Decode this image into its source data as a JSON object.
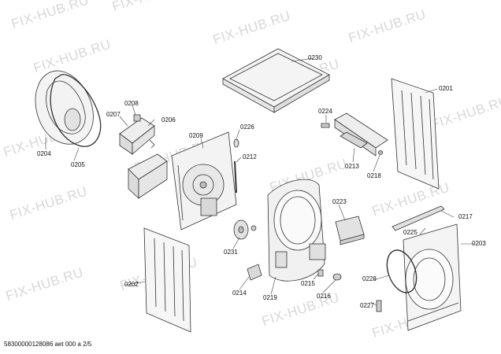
{
  "watermark": "FIX-HUB.RU",
  "footer_text": "58300000128086 aet 000 a 2/5",
  "parts": {
    "p0230": "0230",
    "p0201": "0201",
    "p0208": "0208",
    "p0207": "0207",
    "p0206": "0206",
    "p0204": "0204",
    "p0205": "0205",
    "p0224": "0224",
    "p0226": "0226",
    "p0209": "0209",
    "p0212": "0212",
    "p0213": "0213",
    "p0218": "0218",
    "p0223": "0223",
    "p0217": "0217",
    "p0225": "0225",
    "p0203": "0203",
    "p0202": "0202",
    "p0231": "0231",
    "p0228": "0228",
    "p0214": "0214",
    "p0219": "0219",
    "p0215": "0215",
    "p0216": "0216",
    "p0227": "0227"
  }
}
